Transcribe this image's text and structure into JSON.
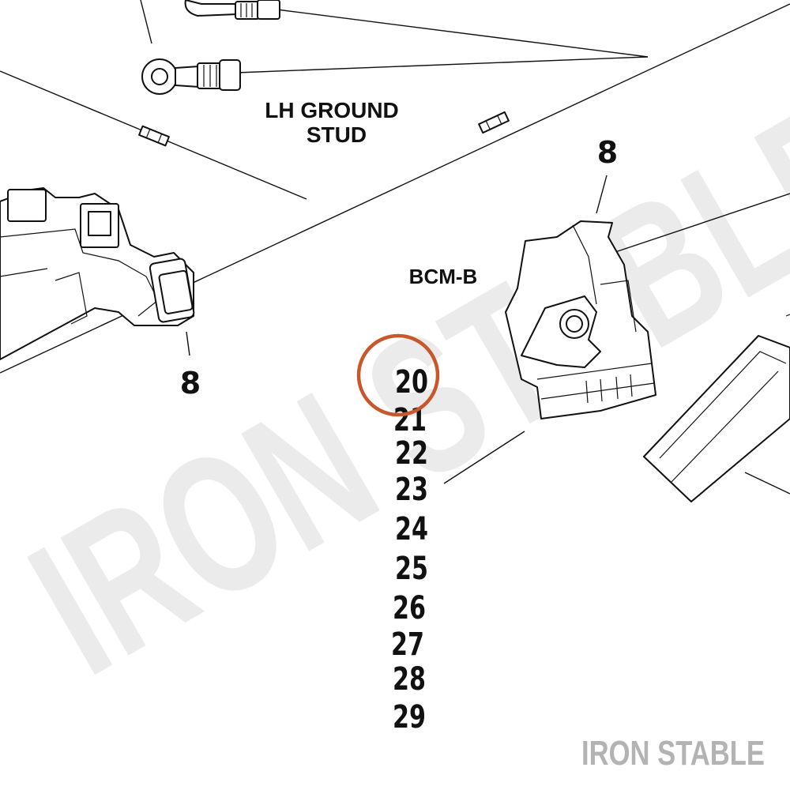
{
  "watermark": {
    "text": "IRON STABLE",
    "color": "#ebebeb"
  },
  "brand": {
    "text": "IRON STABLE",
    "color": "#b3b3b3"
  },
  "labels": {
    "ground_line1": "LH GROUND",
    "ground_line2": "STUD",
    "bcm": "BCM-B",
    "ref_top_right": "8",
    "ref_left": "8"
  },
  "pins": [
    "20",
    "21",
    "22",
    "23",
    "24",
    "25",
    "26",
    "27",
    "28",
    "29"
  ],
  "highlight": {
    "pin": "20",
    "color": "#c8572b"
  }
}
